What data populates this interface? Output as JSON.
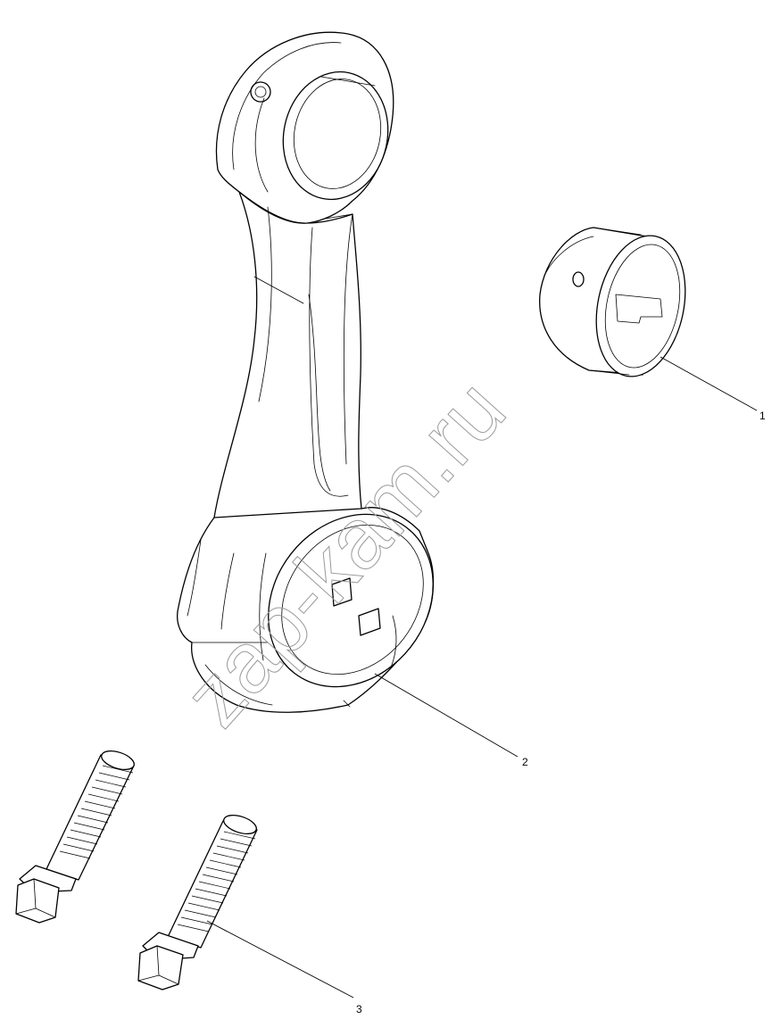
{
  "callouts": [
    {
      "id": 1,
      "label": "1",
      "part": "bushing"
    },
    {
      "id": 2,
      "label": "2",
      "part": "connecting-rod"
    },
    {
      "id": 3,
      "label": "3",
      "part": "bolt"
    }
  ],
  "watermark": "zap-kam.ru",
  "colors": {
    "line": "#000000",
    "background": "#ffffff",
    "watermark": "#9a9a9a"
  }
}
